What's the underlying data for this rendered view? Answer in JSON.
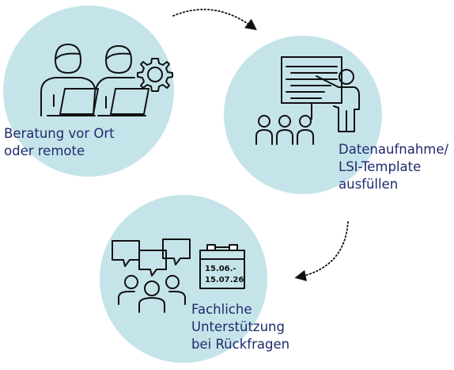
{
  "steps": [
    {
      "line1": "Beratung vor Ort",
      "line2": "oder remote",
      "icon": "consultants-with-laptops-icon"
    },
    {
      "line1": "Datenaufnahme/",
      "line2": "LSI-Template",
      "line3": "ausfüllen",
      "icon": "presentation-board-icon"
    },
    {
      "line1": "Fachliche",
      "line2": "Unterstützung",
      "line3": "bei Rückfragen",
      "icon": "group-discussion-icon"
    }
  ],
  "calendar": {
    "date1": "15.06.-",
    "date2": "15.07.26",
    "icon": "calendar-icon"
  },
  "colors": {
    "circle": "#c5e4ea",
    "text": "#1f2a6b",
    "icon": "#111111"
  }
}
